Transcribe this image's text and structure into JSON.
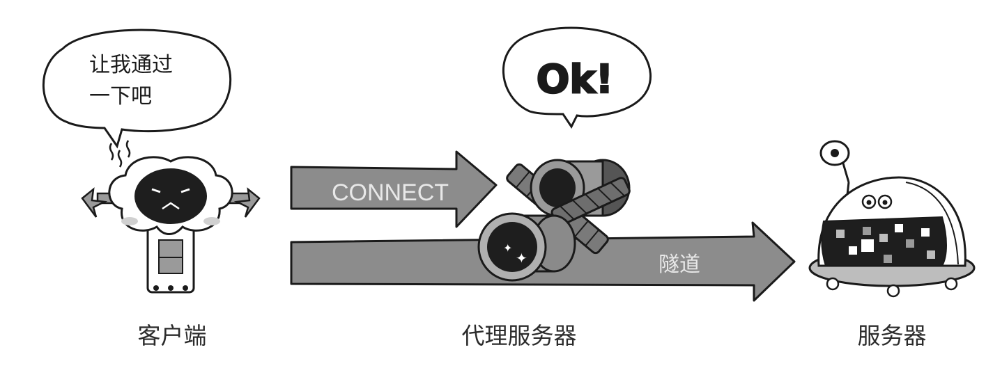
{
  "client": {
    "label": "客户端",
    "speech_line1": "让我通过",
    "speech_line2": "一下吧"
  },
  "proxy": {
    "label": "代理服务器",
    "speech": "Ok!"
  },
  "server": {
    "label": "服务器"
  },
  "arrows": {
    "connect_label": "CONNECT",
    "tunnel_label": "隧道"
  },
  "colors": {
    "arrow_fill": "#8c8c8c",
    "outline": "#1a1a1a",
    "dark_fill": "#1e1e1e"
  }
}
